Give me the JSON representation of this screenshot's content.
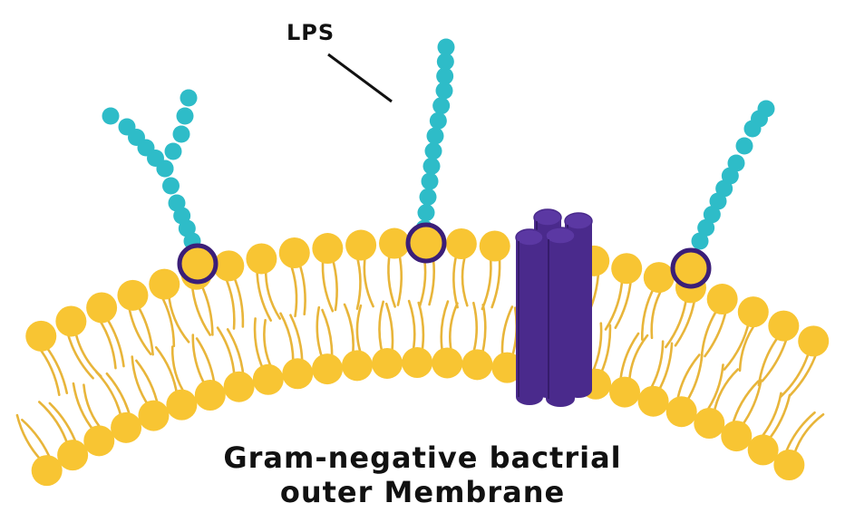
{
  "labels": {
    "lps": "LPS",
    "caption_line1": "Gram-negative bactrial",
    "caption_line2": "outer Membrane"
  },
  "colors": {
    "lipid_head": "#F8C533",
    "lipid_tail": "#E8B53A",
    "lps_bead": "#2EBCC8",
    "protein": "#4A2A8C",
    "ring": "#3B1E78",
    "text": "#111111"
  },
  "components": {
    "lps_chain_count": 3,
    "porin_count": 1,
    "icons": [
      "lipid-head-icon",
      "lps-bead-icon",
      "porin-channel-icon"
    ]
  }
}
